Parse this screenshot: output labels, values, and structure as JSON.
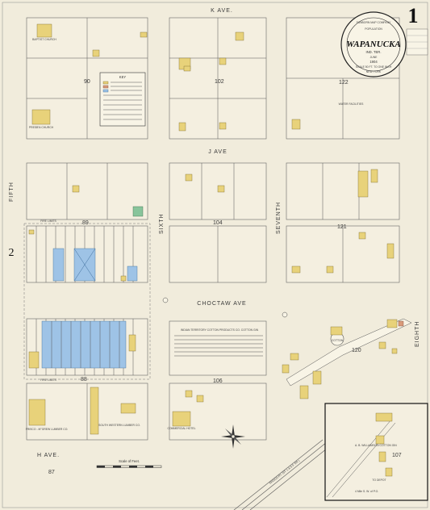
{
  "title": {
    "company": "SANBORN MAP COMPANY",
    "town": "WAPANUCKA",
    "state": "IND. TER.",
    "month": "JUNE",
    "year": "1904",
    "population_label": "POPULATION",
    "scale_label": "SCALE 50 FT. TO ONE INCH",
    "publisher": "NEW YORK"
  },
  "sheet_number": "1",
  "side_label": "2",
  "streets": {
    "k_ave": "K AVE.",
    "j_ave": "J AVE",
    "choctaw_ave": "CHOCTAW AVE",
    "h_ave": "H AVE.",
    "fifth": "FIFTH",
    "sixth": "SIXTH",
    "seventh": "SEVENTH",
    "eighth": "EIGHTH"
  },
  "blocks": [
    "90",
    "102",
    "122",
    "89",
    "104",
    "121",
    "88",
    "106",
    "120",
    "87",
    "107"
  ],
  "labels": {
    "baptist_church": "BAPTIST CHURCH",
    "presb_church": "PRESB'N CHURCH",
    "key_title": "KEY",
    "water_facilities": "WATER FACILITIES",
    "cotton_co": "INDIAN TERRITORY COTTON PRODUCTS CO. COTTON GIN",
    "lumber_co_1": "FRISCO - M°GREW LUMBER CO.",
    "lumber_co_2": "SOUTH WESTERN LUMBER CO.",
    "commercial_hotel": "COMMERCIAL HOTEL",
    "williamson_gin": "A. B. WILLIAMSON COTTON GIN",
    "fire_limits_1": "FIRE LIMITS",
    "fire_limits_2": "FIRE LIMITS",
    "scale_of_feet": "Scale of Feet.",
    "railway": "FRISCO RY. (ST. L & S.F. RR.)",
    "inset_distance": "4 Mile S. W. of P.O.",
    "depot_label": "TO DEPOT",
    "cotton_label": "COTTON"
  },
  "colors": {
    "paper": "#f1ecdc",
    "dwelling_yellow": "#e8d27a",
    "brick_pink": "#d99a7a",
    "stone_blue": "#9ec3e6",
    "green": "#88c49b"
  }
}
